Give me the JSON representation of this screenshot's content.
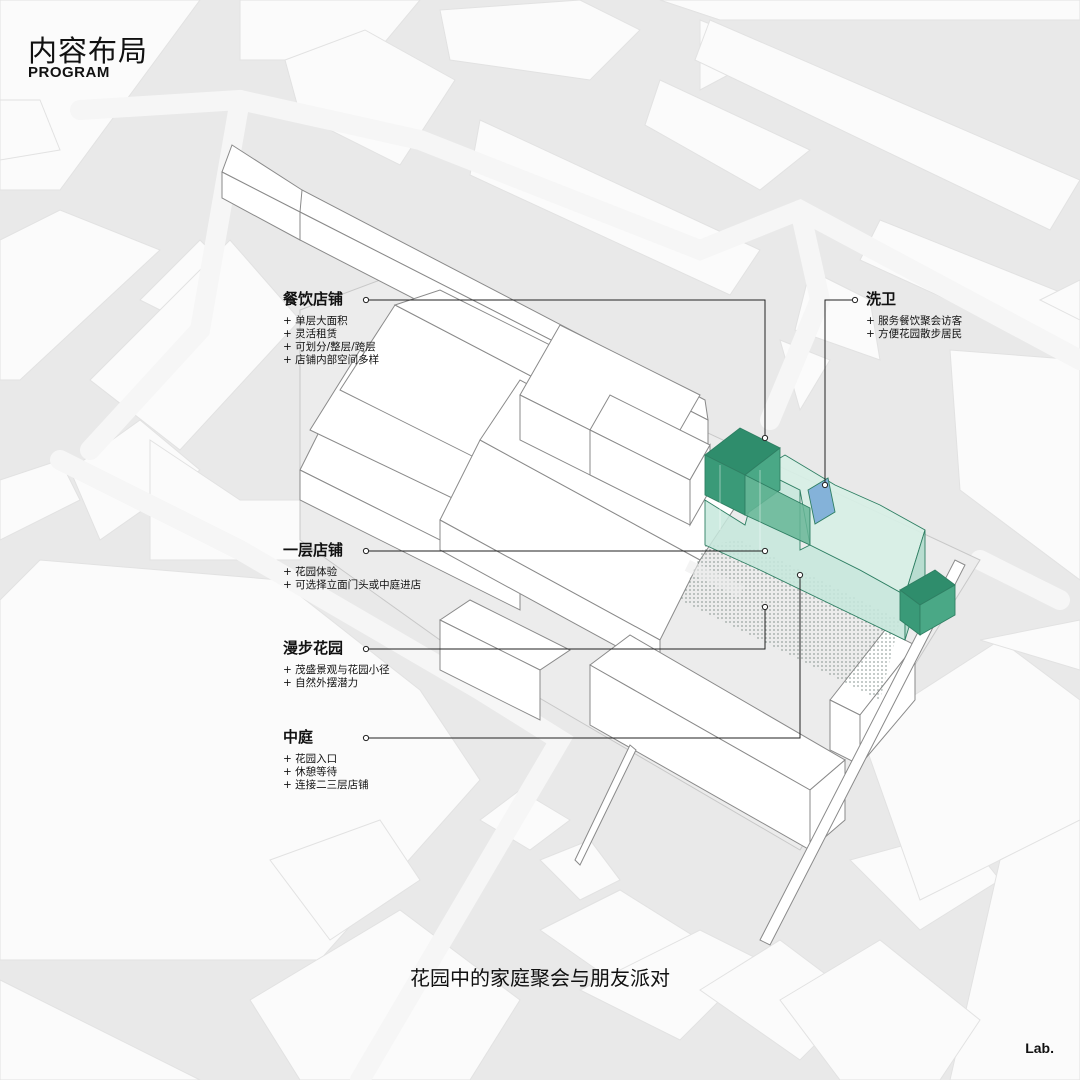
{
  "title": {
    "zh": "内容布局",
    "en": "PROGRAM"
  },
  "labels": [
    {
      "key": "dining",
      "head": "餐饮店铺",
      "items": [
        "+ 单层大面积",
        "+ 灵活租赁",
        "+ 可划分/整层/跨层",
        "+ 店铺内部空间多样"
      ]
    },
    {
      "key": "restroom",
      "head": "洗卫",
      "items": [
        "+ 服务餐饮聚会访客",
        "+ 方便花园散步居民"
      ]
    },
    {
      "key": "ground-shops",
      "head": "一层店铺",
      "items": [
        "+ 花园体验",
        "+ 可选择立面门头或中庭进店"
      ]
    },
    {
      "key": "garden",
      "head": "漫步花园",
      "items": [
        "+ 茂盛景观与花园小径",
        "+ 自然外摆潜力"
      ]
    },
    {
      "key": "atrium",
      "head": "中庭",
      "items": [
        "+ 花园入口",
        "+ 休憩等待",
        "+ 连接二三层店铺"
      ]
    }
  ],
  "caption": "花园中的家庭聚会与朋友派对",
  "logo": "Lab.",
  "colors": {
    "background": "#e9e9e9",
    "road": "#f6f6f6",
    "dark_green": "#3a9a78",
    "light_green": "#c6e8dc",
    "blue": "#7faed8",
    "leader": "#222222"
  }
}
